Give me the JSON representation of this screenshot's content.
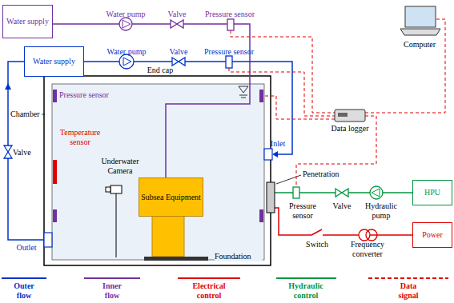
{
  "diagram": {
    "nodes": [
      {
        "text": [
          "Water supply"
        ]
      },
      {
        "text": [
          "Water supply"
        ]
      },
      {
        "text": [
          "Subsea Equipment"
        ]
      },
      {
        "text": [
          "HPU"
        ]
      },
      {
        "text": [
          "Power"
        ]
      }
    ],
    "edges": [
      {
        "from": 3,
        "to": 2,
        "arrow": "none"
      },
      {
        "from": 4,
        "to": 2,
        "arrow": "none"
      }
    ],
    "labels": [
      "Water pump",
      "Valve",
      "Pressure sensor",
      "Water pump",
      "Valve",
      "Pressure sensor",
      "Computer",
      "Data logger",
      "End cap",
      "Pressure sensor",
      "Inlet",
      "Penetration",
      "Chamber",
      "Valve",
      "Temperature sensor",
      "Underwater Camera",
      "Pressure sensor",
      "Valve",
      "Hydraulic pump",
      "Outlet",
      "Foundation",
      "Switch",
      "Frequency converter"
    ],
    "legend": [
      {
        "text": "Outer flow"
      },
      {
        "text": "Inner flow"
      },
      {
        "text": "Electrical control"
      },
      {
        "text": "Hydraulic control"
      },
      {
        "text": "Data signal"
      }
    ]
  }
}
